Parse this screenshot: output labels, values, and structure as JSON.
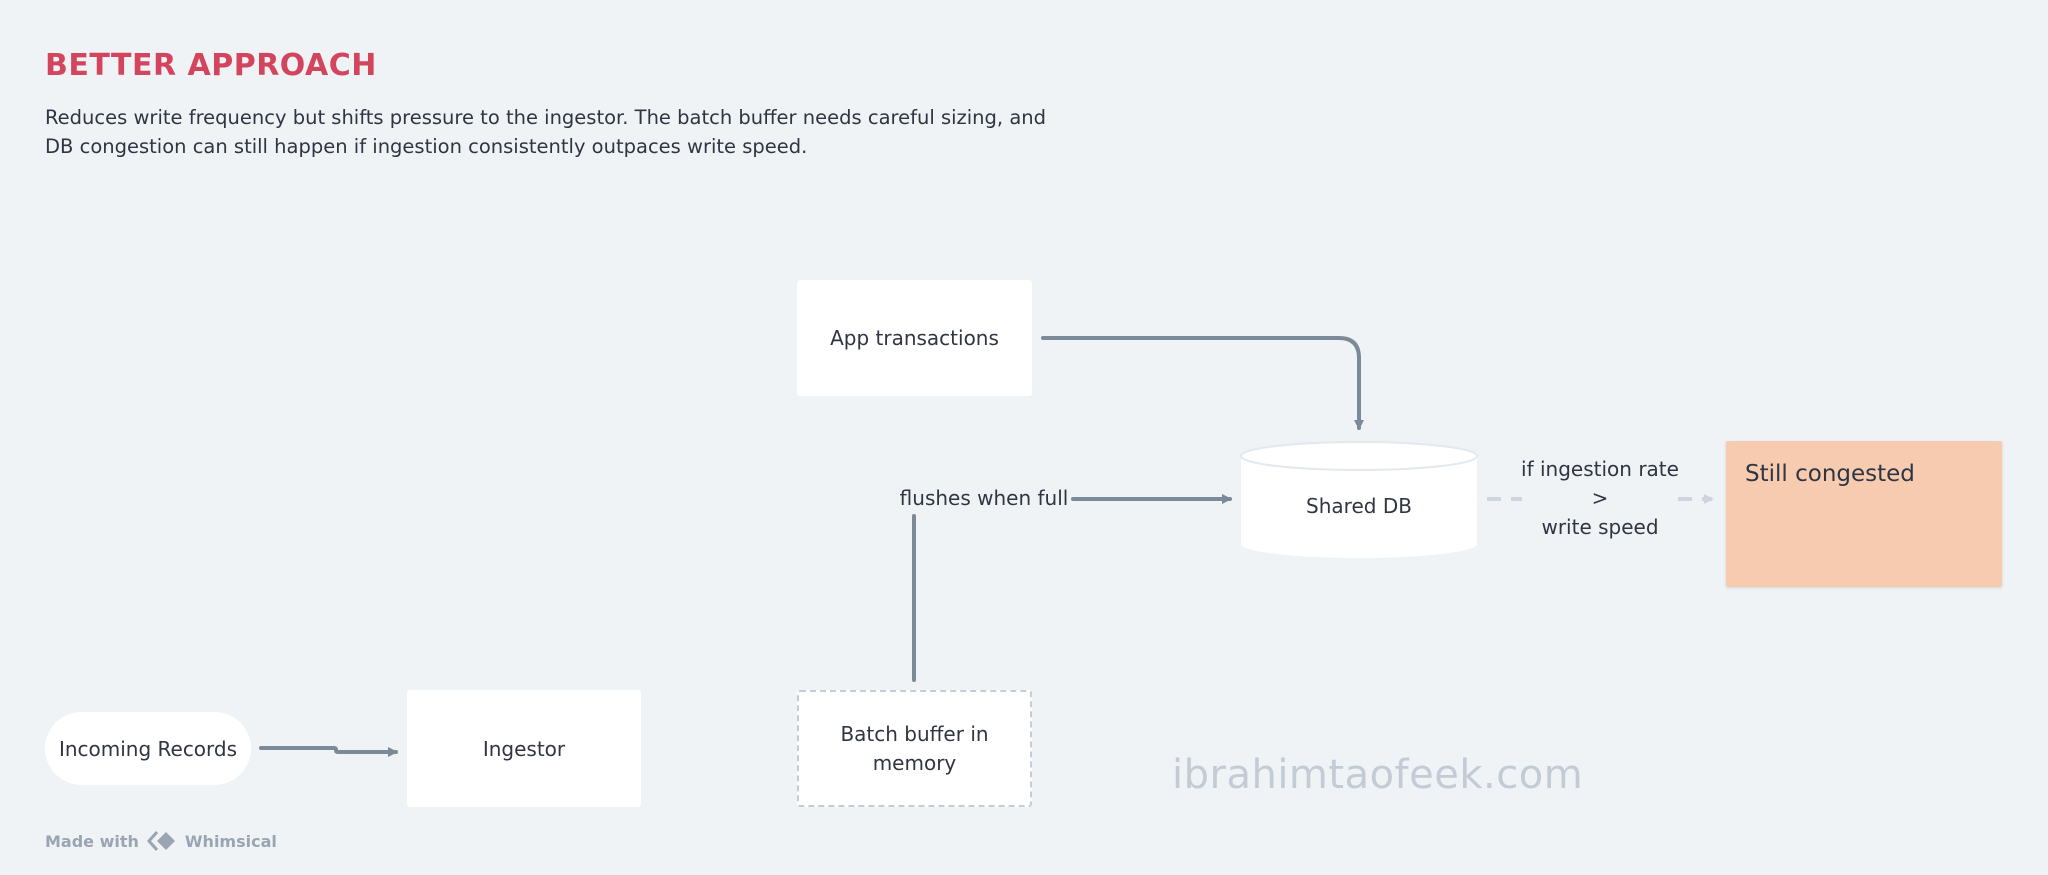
{
  "header": {
    "title": "BETTER APPROACH",
    "description": "Reduces write frequency but shifts pressure to the ingestor. The batch buffer needs careful sizing, and DB congestion can still happen if ingestion consistently outpaces write speed."
  },
  "diagram": {
    "incoming_records": "Incoming Records",
    "ingestor": "Ingestor",
    "batch_buffer": "Batch buffer in memory",
    "app_transactions": "App transactions",
    "shared_db": "Shared DB",
    "flush_label": "flushes when full",
    "condition": {
      "line1": "if ingestion rate",
      "line2": ">",
      "line3": "write speed"
    },
    "sticky_note": "Still congested"
  },
  "watermark": "ibrahimtaofeek.com",
  "footer": {
    "made_with": "Made with",
    "brand": "Whimsical"
  },
  "colors": {
    "title": "#d2455d",
    "connector": "#7b8a99",
    "dashed_connector": "#cdd5de",
    "sticky": "#f7cbb0",
    "background": "#eff3f6"
  }
}
